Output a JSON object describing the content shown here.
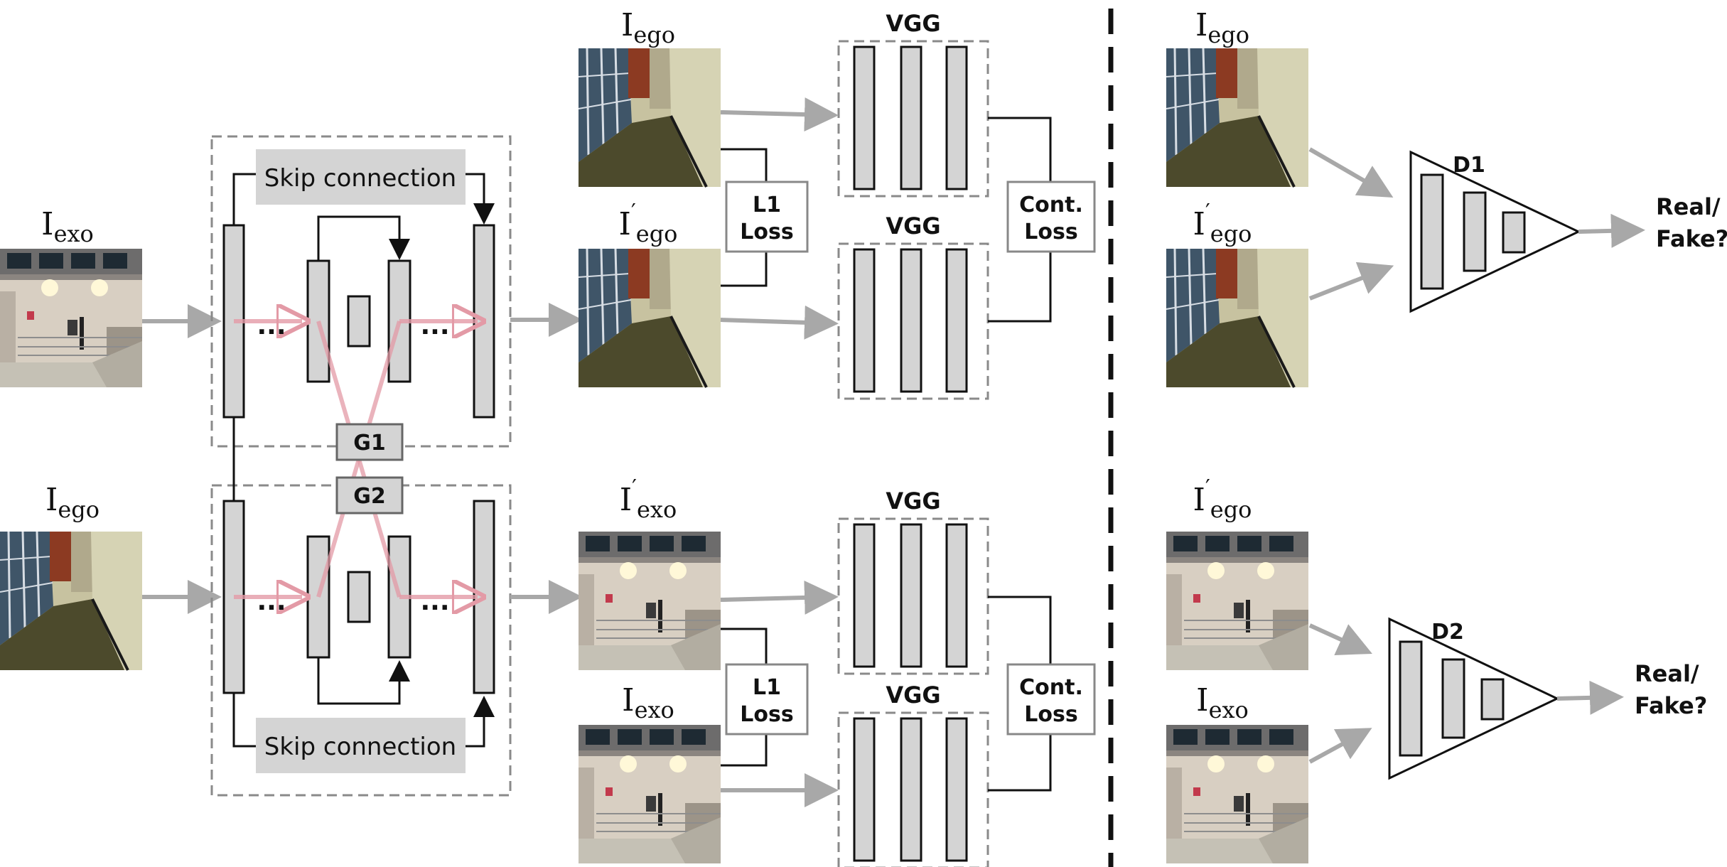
{
  "images": {
    "exo_input": {
      "base": "I",
      "sub": "exo",
      "prime": ""
    },
    "ego_input": {
      "base": "I",
      "sub": "ego",
      "prime": ""
    },
    "ego_real_top": {
      "base": "I",
      "sub": "ego",
      "prime": ""
    },
    "ego_gen_top": {
      "base": "I",
      "sub": "ego",
      "prime": "′"
    },
    "exo_gen_bottom": {
      "base": "I",
      "sub": "exo",
      "prime": "′"
    },
    "exo_real_bottom": {
      "base": "I",
      "sub": "exo",
      "prime": ""
    },
    "d_top_real": {
      "base": "I",
      "sub": "ego",
      "prime": ""
    },
    "d_top_gen": {
      "base": "I",
      "sub": "ego",
      "prime": "′"
    },
    "d_bottom_gen": {
      "base": "I",
      "sub": "ego",
      "prime": "′"
    },
    "d_bottom_real": {
      "base": "I",
      "sub": "exo",
      "prime": ""
    }
  },
  "generator": {
    "skip_top": "Skip connection",
    "skip_bottom": "Skip connection",
    "g1": "G1",
    "g2": "G2",
    "dots": "..."
  },
  "losses": {
    "vgg": "VGG",
    "l1_line1": "L1",
    "l1_line2": "Loss",
    "cont_line1": "Cont.",
    "cont_line2": "Loss"
  },
  "discriminators": {
    "d1": "D1",
    "d2": "D2",
    "out_line1": "Real/",
    "out_line2": "Fake?"
  },
  "colors": {
    "block_fill": "#d4d4d4",
    "arrow_gray": "#a8a8a8",
    "dashed": "#8a8a8a",
    "red_path": "#e39aa6",
    "skip_fill": "#d4d4d4",
    "exo_wall": "#d8cfc2",
    "ego_wall": "#c7c2a0",
    "ego_floor": "#4c4a2c"
  }
}
